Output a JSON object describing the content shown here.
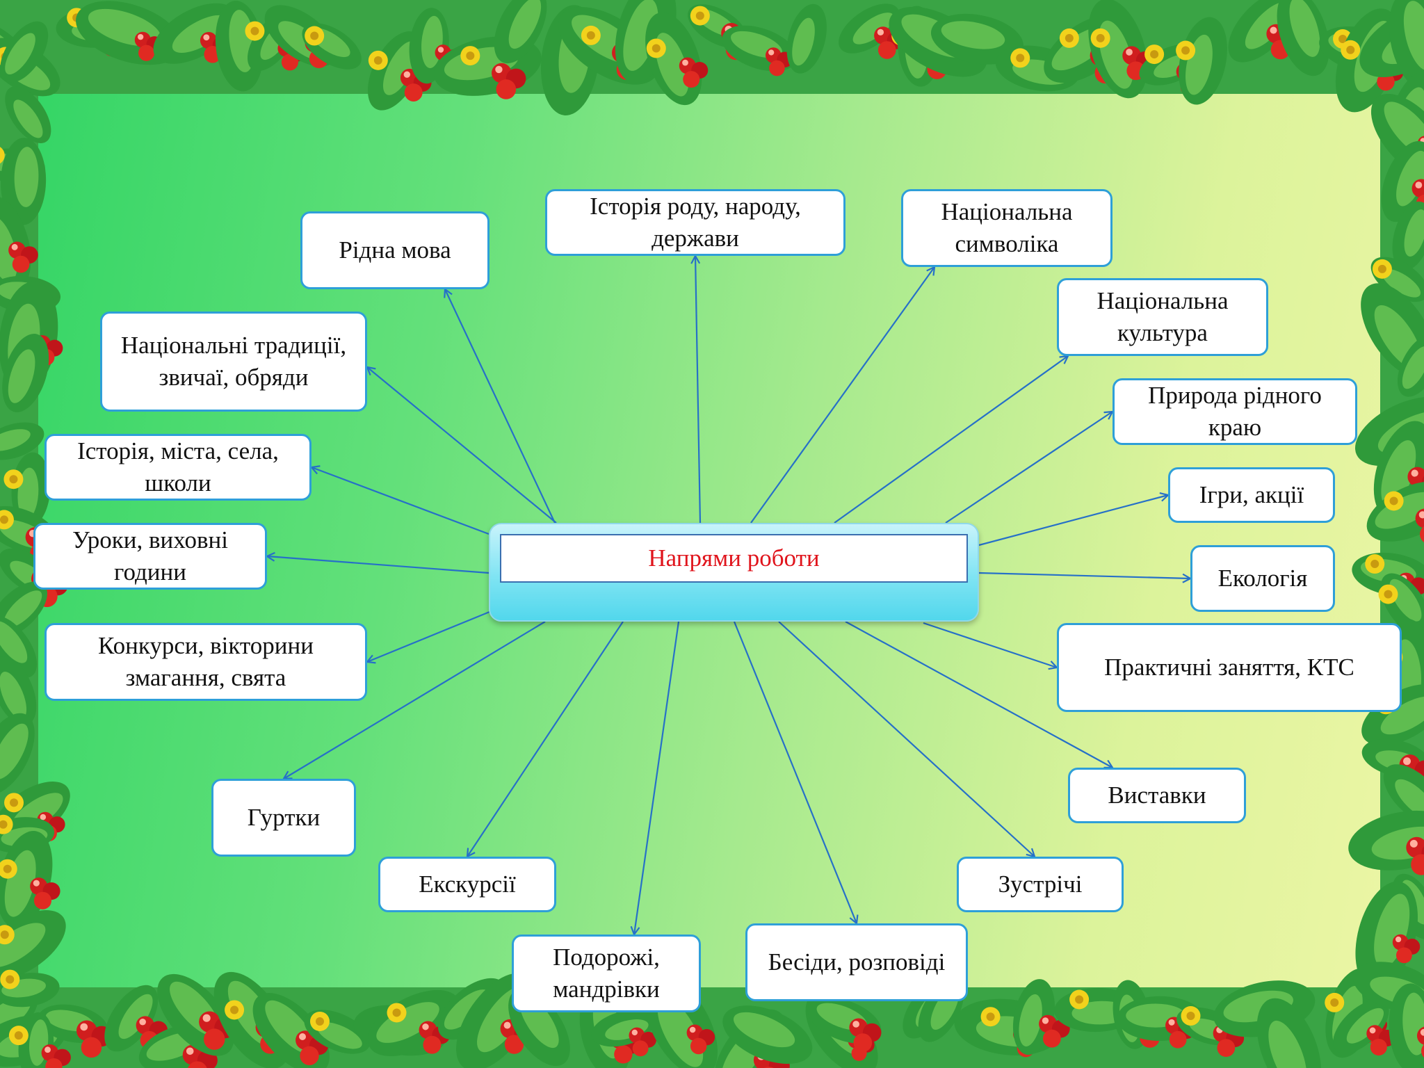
{
  "center_label": "Напрями роботи",
  "colors": {
    "arrow": "#2670c8",
    "box_border": "#2e9fd8",
    "center_text": "#e0141c"
  },
  "nodes": [
    {
      "id": "ridna-mova",
      "label": "Рідна мова"
    },
    {
      "id": "istoriia-rodu",
      "label": "Історія роду, народу, держави"
    },
    {
      "id": "natsionalna-symvolika",
      "label": "Національна символіка"
    },
    {
      "id": "natsionalna-kultura",
      "label": "Національна культура"
    },
    {
      "id": "pryroda",
      "label": "Природа рідного краю"
    },
    {
      "id": "ihry",
      "label": "Ігри, акції"
    },
    {
      "id": "ekolohiia",
      "label": "Екологія"
    },
    {
      "id": "praktychni",
      "label": "Практичні заняття, КТС"
    },
    {
      "id": "vystavky",
      "label": "Виставки"
    },
    {
      "id": "zustrichi",
      "label": "Зустрічі"
    },
    {
      "id": "besidy",
      "label": "Бесіди, розповіді"
    },
    {
      "id": "podorozhi",
      "label": "Подорожі, мандрівки"
    },
    {
      "id": "ekskursii",
      "label": "Екскурсії"
    },
    {
      "id": "hurtky",
      "label": "Гуртки"
    },
    {
      "id": "konkursy",
      "label": "Конкурси, вікторини змагання, свята"
    },
    {
      "id": "uroky",
      "label": "Уроки, виховні години"
    },
    {
      "id": "istoriia-mista",
      "label": "Історія, міста, села, школи"
    },
    {
      "id": "tradytsii",
      "label": "Національні традиції, звичаї, обряди"
    }
  ]
}
